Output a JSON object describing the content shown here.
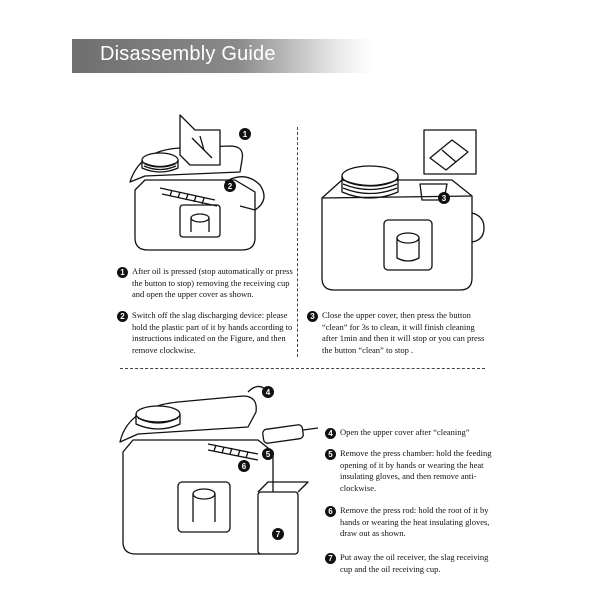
{
  "header": {
    "title": "Disassembly Guide"
  },
  "steps": [
    {
      "number": "1",
      "text": "After oil is pressed (stop automatically or press the button to stop) removing the receiving cup and open the upper cover as shown."
    },
    {
      "number": "2",
      "text": "Switch off the slag discharging device: please hold the plastic part of it by hands according to instructions indicated on the Figure, and then remove clockwise."
    },
    {
      "number": "3",
      "text": "Close the upper cover, then press the button “clean” for 3s to clean, it will finish cleaning after 1min and then it will stop or you can press the button “clean” to stop ."
    },
    {
      "number": "4",
      "text": "Open the upper cover after “cleaning”"
    },
    {
      "number": "5",
      "text": "Remove the press chamber: hold the feeding opening of it by hands or wearing the heat insulating gloves, and then remove anti-clockwise."
    },
    {
      "number": "6",
      "text": "Remove the press rod: hold the root of it by hands or wearing the heat insulating gloves, draw out as shown."
    },
    {
      "number": "7",
      "text": "Put away the oil receiver, the slag receiving cup and the oil receiving cup."
    }
  ],
  "figure_callouts": [
    "1",
    "2",
    "3",
    "4",
    "5",
    "6",
    "7"
  ]
}
